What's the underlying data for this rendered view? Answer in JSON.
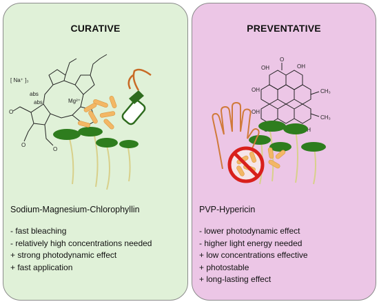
{
  "left": {
    "heading": "CURATIVE",
    "compound": "Sodium-Magnesium-Chlorophyllin",
    "properties": [
      "- fast bleaching",
      "- relatively high concentrations needed",
      "+ strong photodynamic effect",
      "+ fast application"
    ],
    "structure_labels": {
      "counter_ion": "[ Na⁺ ]₃",
      "metal": "Mg²⁺",
      "abs1": "abs",
      "abs2": "abs",
      "o1": "O",
      "o2": "O",
      "o3": "O"
    }
  },
  "right": {
    "heading": "PREVENTATIVE",
    "compound": "PVP-Hypericin",
    "properties": [
      "- lower photodynamic effect",
      "- higher light energy needed",
      "+ low concentrations effective",
      "+ photostable",
      "+ long-lasting effect"
    ],
    "structure_labels": {
      "oh": "OH",
      "o": "O",
      "ch3": "CH₃"
    }
  },
  "colors": {
    "left_bg": "#e0f1d8",
    "right_bg": "#ecc6e6",
    "leaf": "#2e7d1e",
    "bacteria": "#f3b765",
    "prohibit": "#d8201c",
    "hand": "#d07a3a"
  }
}
